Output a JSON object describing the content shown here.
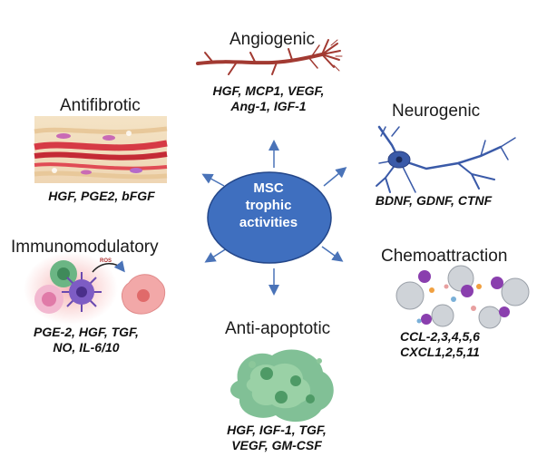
{
  "center": {
    "line1": "MSC",
    "line2": "trophic",
    "line3": "activities"
  },
  "activities": {
    "angiogenic": {
      "title": "Angiogenic",
      "line1": "HGF, MCP1, VEGF,",
      "line2": "Ang-1, IGF-1"
    },
    "neurogenic": {
      "title": "Neurogenic",
      "line1": "BDNF, GDNF, CTNF"
    },
    "antifibrotic": {
      "title": "Antifibrotic",
      "line1": "HGF, PGE2, bFGF"
    },
    "immunomodulatory": {
      "title": "Immunomodulatory",
      "line1": "PGE-2, HGF, TGF,",
      "line2": "NO, IL-6/10",
      "ros_label": "ROS"
    },
    "chemoattraction": {
      "title": "Chemoattraction",
      "line1": "CCL-2,3,4,5,6",
      "line2": "CXCL1,2,5,11"
    },
    "antiapoptotic": {
      "title": "Anti-apoptotic",
      "line1": "HGF, IGF-1, TGF,",
      "line2": "VEGF, GM-CSF"
    }
  },
  "colors": {
    "center_fill": "#3f6fbf",
    "center_stroke": "#24478a",
    "arrow": "#4a73b8",
    "vessel": "#a23a32",
    "neuron": "#3a5aa8",
    "fibrotic": "#c8323a",
    "cell_green": "#6bb584",
    "cell_purple": "#8a3fae",
    "cell_gray": "#cfd3d8"
  }
}
